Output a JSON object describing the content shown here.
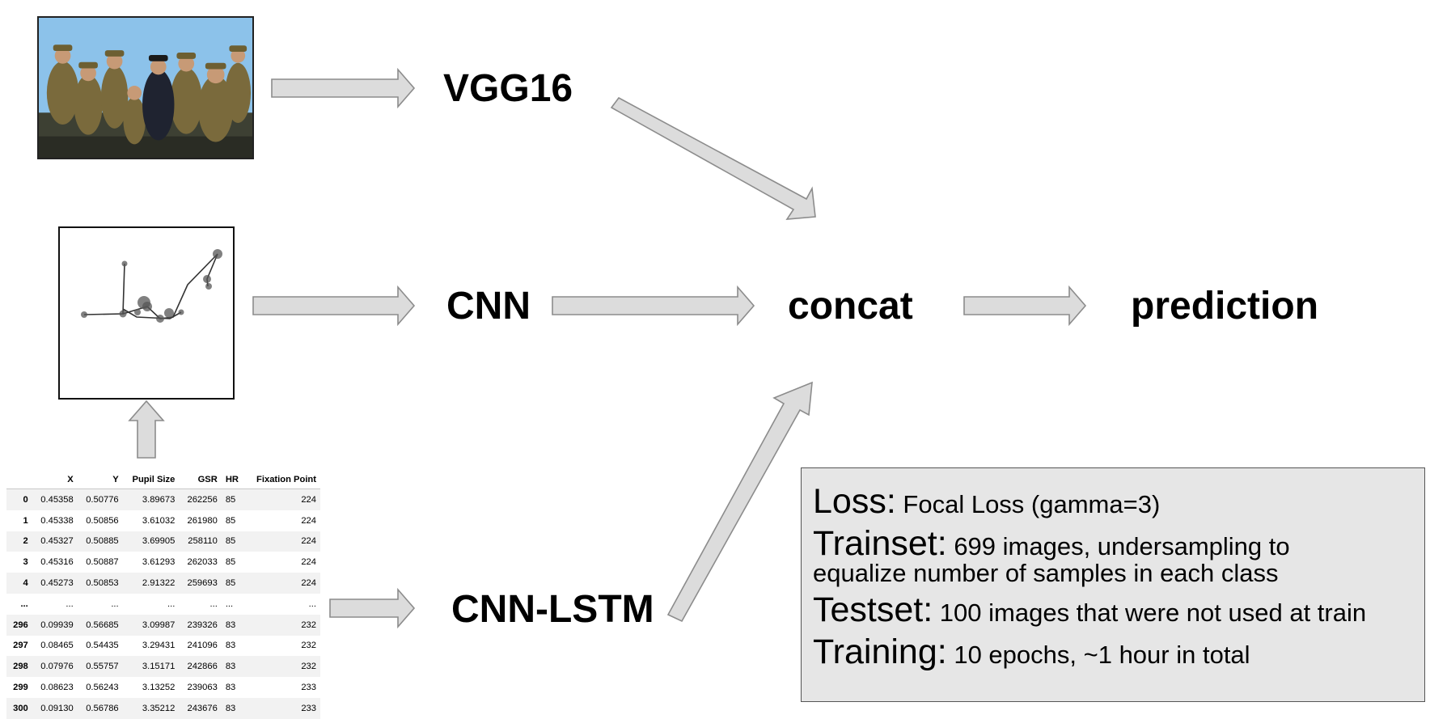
{
  "nodes": {
    "vgg16": "VGG16",
    "cnn": "CNN",
    "concat": "concat",
    "prediction": "prediction",
    "cnn_lstm": "CNN-LSTM"
  },
  "table": {
    "columns": [
      "",
      "X",
      "Y",
      "Pupil Size",
      "GSR",
      "HR",
      "Fixation Point"
    ],
    "rows": [
      [
        "0",
        "0.45358",
        "0.50776",
        "3.89673",
        "262256",
        "85",
        "224"
      ],
      [
        "1",
        "0.45338",
        "0.50856",
        "3.61032",
        "261980",
        "85",
        "224"
      ],
      [
        "2",
        "0.45327",
        "0.50885",
        "3.69905",
        "258110",
        "85",
        "224"
      ],
      [
        "3",
        "0.45316",
        "0.50887",
        "3.61293",
        "262033",
        "85",
        "224"
      ],
      [
        "4",
        "0.45273",
        "0.50853",
        "2.91322",
        "259693",
        "85",
        "224"
      ],
      [
        "...",
        "...",
        "...",
        "...",
        "...",
        "...",
        "..."
      ],
      [
        "296",
        "0.09939",
        "0.56685",
        "3.09987",
        "239326",
        "83",
        "232"
      ],
      [
        "297",
        "0.08465",
        "0.54435",
        "3.29431",
        "241096",
        "83",
        "232"
      ],
      [
        "298",
        "0.07976",
        "0.55757",
        "3.15171",
        "242866",
        "83",
        "232"
      ],
      [
        "299",
        "0.08623",
        "0.56243",
        "3.13252",
        "239063",
        "83",
        "233"
      ],
      [
        "300",
        "0.09130",
        "0.56786",
        "3.35212",
        "243676",
        "83",
        "233"
      ]
    ]
  },
  "info": {
    "loss_label": "Loss:",
    "loss_value": "Focal Loss (gamma=3)",
    "trainset_label": "Trainset:",
    "trainset_value": "699 images, undersampling to",
    "trainset_value_cont": "equalize number of samples in each class",
    "testset_label": "Testset:",
    "testset_value": "100 images that were not used at train",
    "training_label": "Training:",
    "training_value": "10 epochs, ~1 hour in total"
  },
  "colors": {
    "arrow_fill": "#dcdcdc",
    "arrow_stroke": "#8c8c8c",
    "info_bg": "#e6e6e6"
  },
  "icons": {
    "photo": "soldiers-photo",
    "plot": "scanpath-plot"
  }
}
